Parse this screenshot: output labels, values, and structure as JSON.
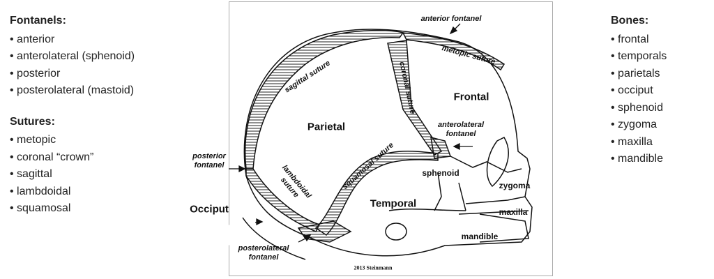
{
  "fontanels": {
    "heading": "Fontanels:",
    "items": [
      "anterior",
      "anterolateral (sphenoid)",
      "posterior",
      "posterolateral (mastoid)"
    ]
  },
  "sutures": {
    "heading": "Sutures:",
    "items": [
      "metopic",
      "coronal “crown”",
      "sagittal",
      "lambdoidal",
      "squamosal"
    ]
  },
  "bones": {
    "heading": "Bones:",
    "items": [
      "frontal",
      "temporals",
      "parietals",
      "occiput",
      "sphenoid",
      "zygoma",
      "maxilla",
      "mandible"
    ]
  },
  "diagram": {
    "anterior_fontanel": "anterior fontanel",
    "metopic_suture": "metopic suture",
    "coronal_suture": "coronal suture",
    "sagittal_suture": "sagittal suture",
    "frontal": "Frontal",
    "parietal": "Parietal",
    "anterolateral_fontanel_1": "anterolateral",
    "anterolateral_fontanel_2": "fontanel",
    "squamosal_suture": "squamosal suture",
    "posterior_fontanel_1": "posterior",
    "posterior_fontanel_2": "fontanel",
    "lambdoidal_suture_1": "lambdoidal",
    "lambdoidal_suture_2": "suture",
    "sphenoid": "sphenoid",
    "zygoma": "zygoma",
    "temporal": "Temporal",
    "maxilla": "maxilla",
    "occiput": "Occiput",
    "mandible": "mandible",
    "posterolateral_fontanel_1": "posterolateral",
    "posterolateral_fontanel_2": "fontanel",
    "credit": "2013 Steinmann"
  }
}
